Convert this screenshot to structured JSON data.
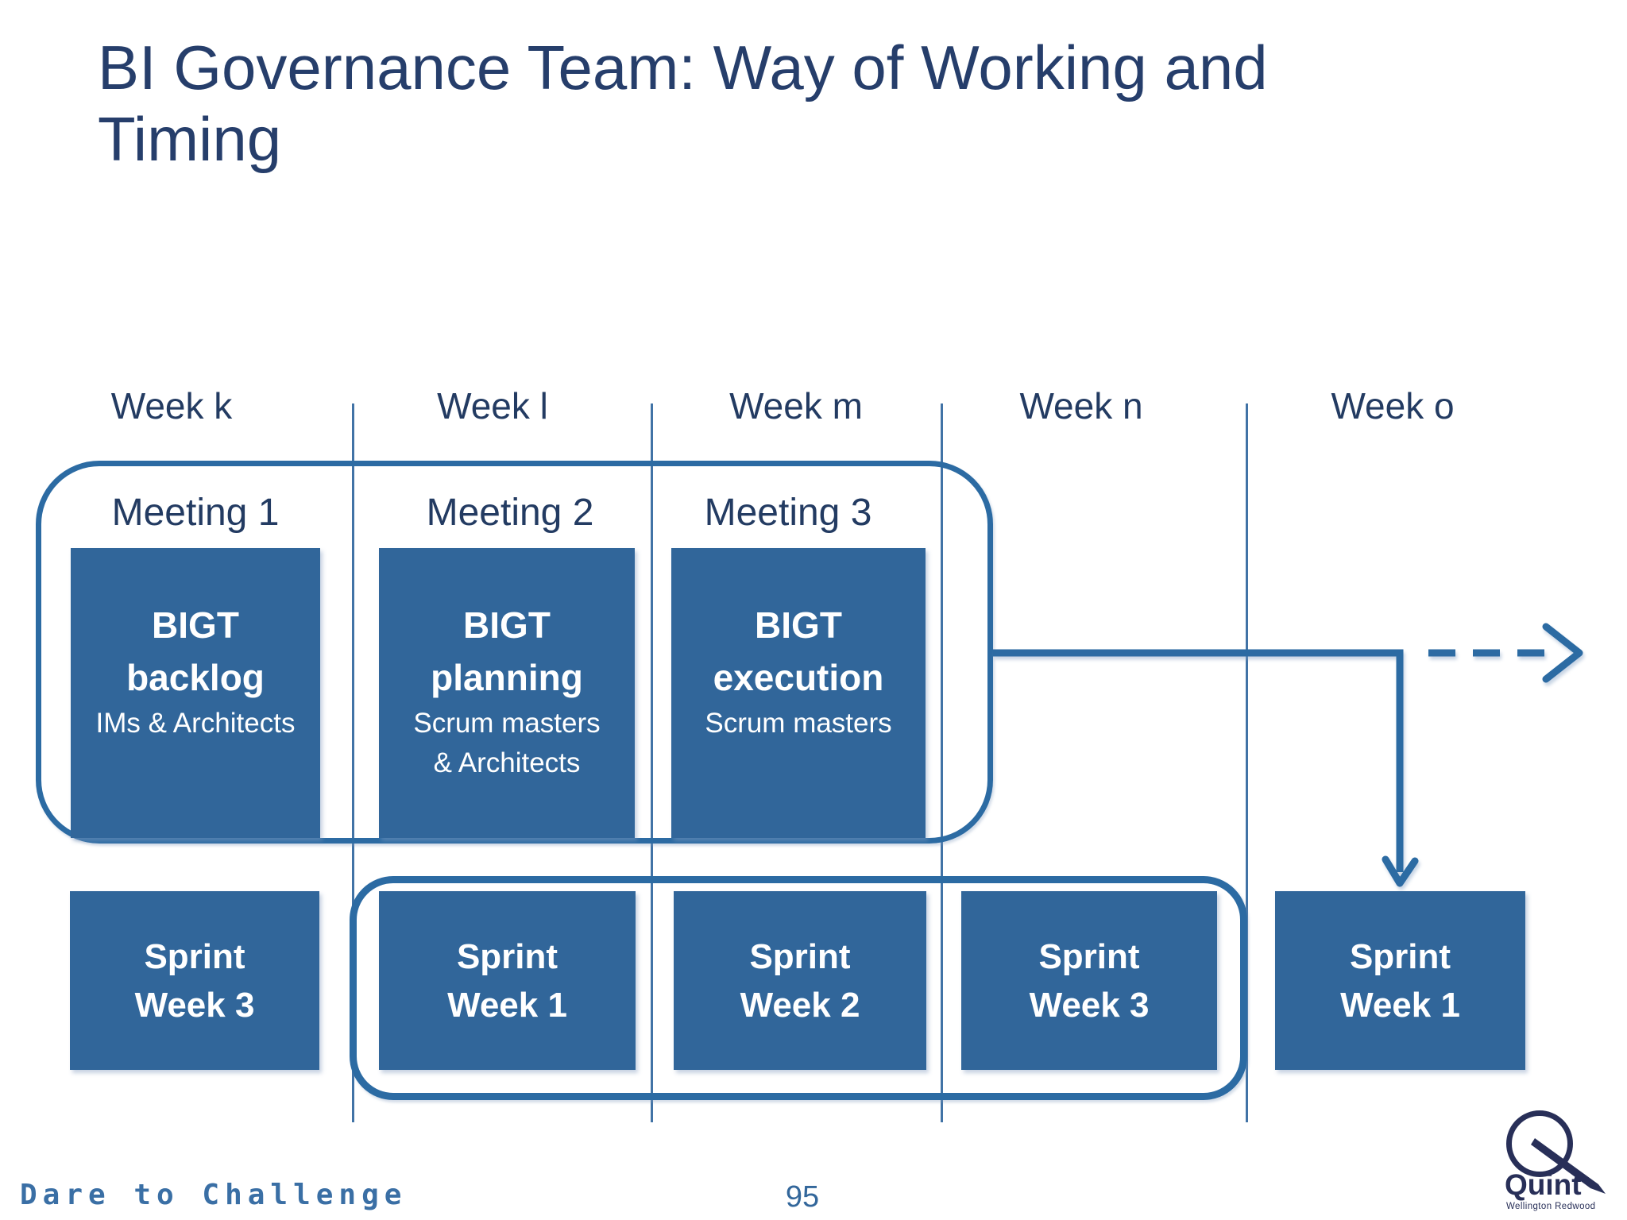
{
  "slide": {
    "title": "BI Governance Team: Way of Working and Timing",
    "page_number": "95",
    "tagline": "Dare to Challenge"
  },
  "timeline": {
    "week_labels": [
      "Week k",
      "Week l",
      "Week m",
      "Week n",
      "Week o"
    ]
  },
  "meetings": {
    "items": [
      {
        "label": "Meeting 1",
        "heading_line1": "BIGT",
        "heading_line2": "backlog",
        "subtitle_lines": [
          "IMs & Architects"
        ]
      },
      {
        "label": "Meeting 2",
        "heading_line1": "BIGT",
        "heading_line2": "planning",
        "subtitle_lines": [
          "Scrum masters",
          "& Architects"
        ]
      },
      {
        "label": "Meeting 3",
        "heading_line1": "BIGT",
        "heading_line2": "execution",
        "subtitle_lines": [
          "Scrum masters"
        ]
      }
    ]
  },
  "sprints": {
    "items": [
      {
        "line1": "Sprint",
        "line2": "Week 3"
      },
      {
        "line1": "Sprint",
        "line2": "Week 1"
      },
      {
        "line1": "Sprint",
        "line2": "Week 2"
      },
      {
        "line1": "Sprint",
        "line2": "Week 3"
      },
      {
        "line1": "Sprint",
        "line2": "Week 1"
      }
    ]
  },
  "logo": {
    "brand": "Quint",
    "subtext": "Wellington Redwood"
  },
  "colors": {
    "box_fill": "#31669A",
    "outline_blue": "#2C6BA3",
    "grid_line": "#4173A6",
    "title_navy": "#263E6B",
    "label_navy": "#233B62",
    "footer_blue": "#3A6FA5",
    "page_number_blue": "#33679B",
    "logo_navy": "#282F58"
  }
}
